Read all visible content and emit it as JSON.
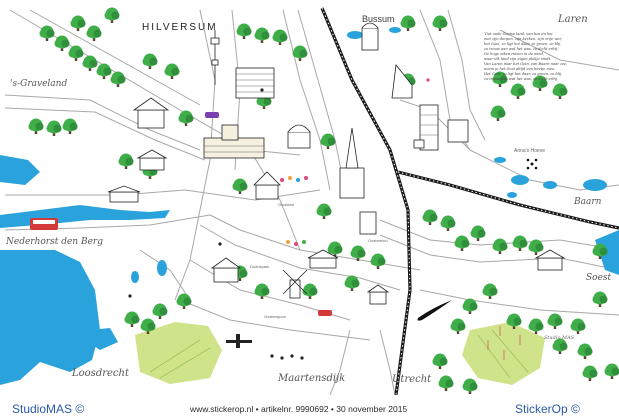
{
  "places": {
    "hilversum": "HILVERSUM",
    "bussum": "Bussum",
    "laren": "Laren",
    "s_graveland": "'s-Graveland",
    "baarn": "Baarn",
    "nederhorst": "Nederhorst den Berg",
    "soest": "Soest",
    "loosdrecht": "Loosdrecht",
    "maartensdijk": "Maartensdijk",
    "utrecht": "Utrecht"
  },
  "landmarks": {
    "annas_hoeve": "Anna's Hoeve",
    "gooiland": "Gooiland",
    "dudokpark": "Dudokpark",
    "oosterspoor": "Oosterspoor",
    "oostereind": "Oostereind"
  },
  "poem": [
    "'Dat oude Gooise land, van bos en hei",
    "met zijn dorpen, zijn kerken, zijn vrije wei;",
    "het Gooi, zo ligt het daar, zo groen, zo blij,",
    "zo trouw aan wat het was, zo dicht erbij.'",
    "De hoge eiken ruisen in de wind,",
    "waar elk kind zijn eigen plekje vindt.",
    "Van Laren naar het Gein, van Baarn naar zee,",
    "neem je het Gooi altijd een beetje mee.",
    "Het Gooi, zo ligt het daar, zo groen, zo blij,",
    "zo trouw aan wat het was, zo dicht erbij."
  ],
  "signature": "Studio MAS",
  "footer": {
    "left": "StudioMAS ©",
    "middle": "www.stickerop.nl  •  artikelnr. 9990692  •  30 november 2015",
    "right": "StickerOp ©"
  },
  "colors": {
    "water": "#2aa3dc",
    "tree": "#3fae49",
    "tree_dark": "#2f8f3a",
    "rail": "#1a1a1a",
    "road": "#9a9a9a",
    "meadow": "#cfe38a",
    "footer_blue": "#2b5aa6"
  }
}
